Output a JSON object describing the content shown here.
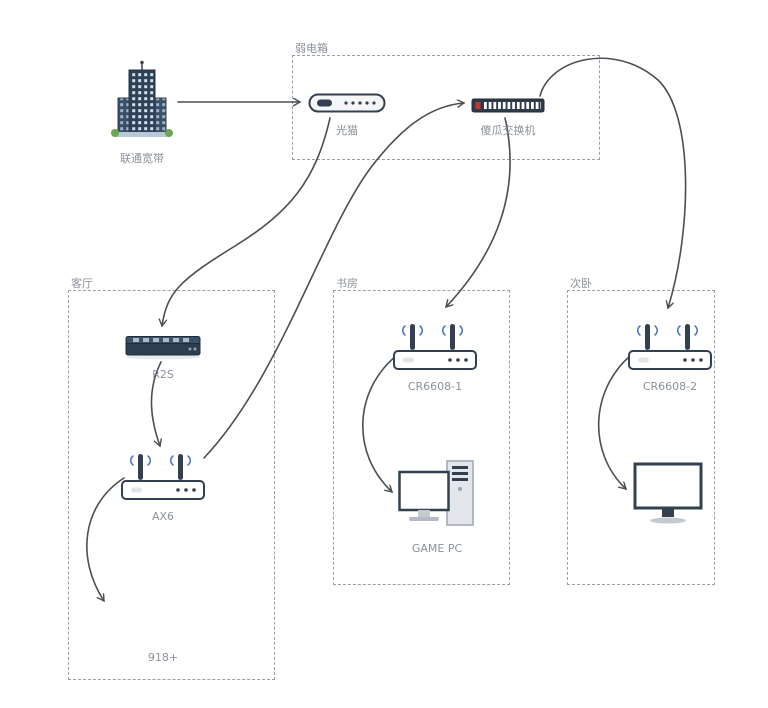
{
  "groups": {
    "weakbox": {
      "label": "弱电箱"
    },
    "living": {
      "label": "客厅"
    },
    "study": {
      "label": "书房"
    },
    "bedroom": {
      "label": "次卧"
    }
  },
  "nodes": {
    "isp": {
      "label": "联通宽带",
      "type": "office-building"
    },
    "modem": {
      "label": "光猫",
      "type": "optical-modem"
    },
    "switch": {
      "label": "傻瓜交换机",
      "type": "ethernet-switch"
    },
    "r2s": {
      "label": "R2S",
      "type": "mini-router"
    },
    "ax6": {
      "label": "AX6",
      "type": "wifi-router"
    },
    "nas": {
      "label": "918+",
      "type": "nas"
    },
    "cr1": {
      "label": "CR6608-1",
      "type": "wifi-router"
    },
    "gamepc": {
      "label": "GAME PC",
      "type": "desktop-pc"
    },
    "cr2": {
      "label": "CR6608-2",
      "type": "wifi-router"
    },
    "monitor": {
      "label": "",
      "type": "monitor"
    }
  },
  "edges": [
    {
      "from": "isp",
      "to": "modem"
    },
    {
      "from": "modem",
      "to": "r2s"
    },
    {
      "from": "r2s",
      "to": "ax6"
    },
    {
      "from": "ax6",
      "to": "switch"
    },
    {
      "from": "switch",
      "to": "cr1"
    },
    {
      "from": "switch",
      "to": "cr2"
    },
    {
      "from": "cr1",
      "to": "gamepc"
    },
    {
      "from": "cr2",
      "to": "monitor"
    },
    {
      "from": "ax6",
      "to": "nas"
    }
  ],
  "colors": {
    "edge": "#4a4f55",
    "device_dark": "#33404f",
    "accent_red": "#c0392b",
    "wifi_blue": "#4472c4",
    "label_gray": "#8b929a",
    "dashed_border": "#9aa0a6"
  }
}
